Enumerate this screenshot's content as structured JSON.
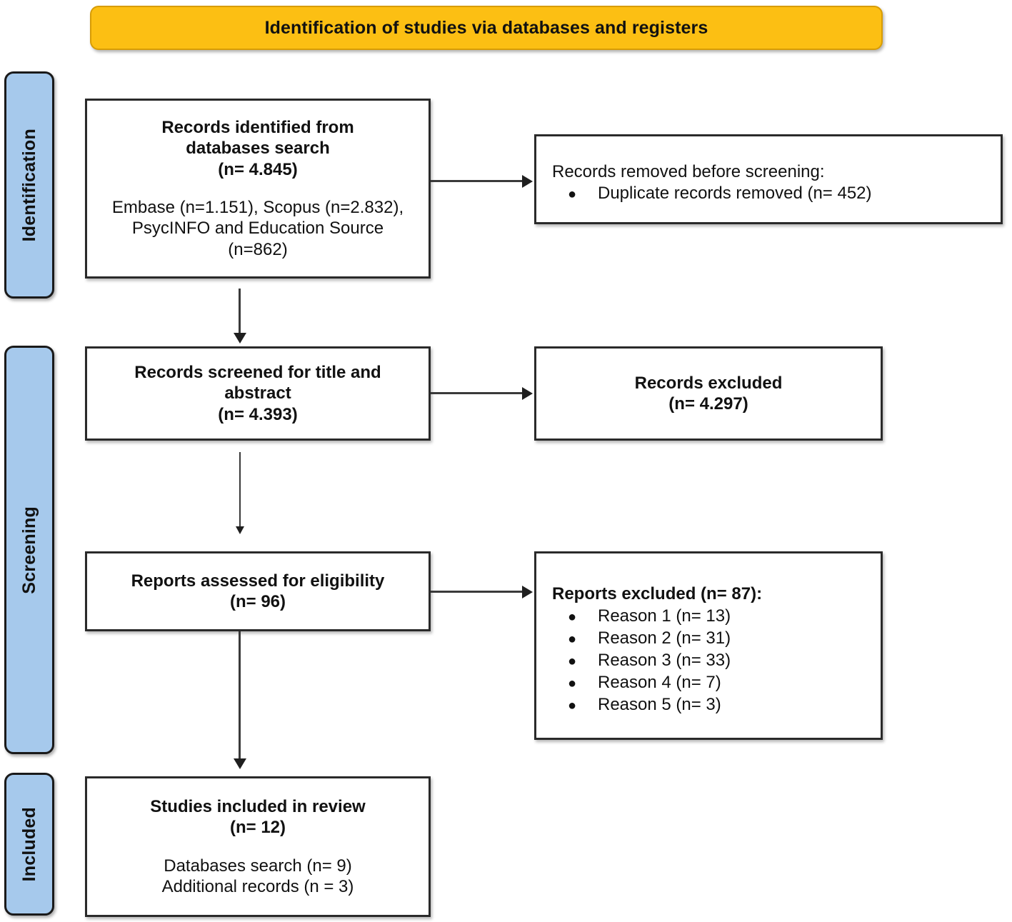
{
  "banner": {
    "title": "Identification of studies via databases and registers"
  },
  "stages": [
    {
      "id": "identification",
      "label": "Identification"
    },
    {
      "id": "screening",
      "label": "Screening"
    },
    {
      "id": "included",
      "label": "Included"
    }
  ],
  "boxes": {
    "identified": {
      "title_line1": "Records identified from",
      "title_line2": "databases search",
      "count": "(n= 4.845)",
      "detail_line1": "Embase (n=1.151), Scopus (n=2.832),",
      "detail_line2": "PsycINFO and Education Source",
      "detail_line3": "(n=862)"
    },
    "removed": {
      "heading_prefix": "Records removed ",
      "heading_italic": "before screening",
      "heading_suffix": ":",
      "items": [
        {
          "bullet": "●",
          "text": "Duplicate records removed (n= 452)"
        }
      ]
    },
    "screened": {
      "title_line1": "Records screened for title and",
      "title_line2": "abstract",
      "count": "(n= 4.393)"
    },
    "records_excluded": {
      "title": "Records excluded",
      "count": "(n= 4.297)"
    },
    "eligibility": {
      "title": "Reports assessed for eligibility",
      "count": "(n= 96)"
    },
    "reports_excluded": {
      "heading": "Reports excluded (n= 87):",
      "items": [
        {
          "bullet": "●",
          "text": "Reason 1 (n= 13)"
        },
        {
          "bullet": "●",
          "text": "Reason 2 (n= 31)"
        },
        {
          "bullet": "●",
          "text": "Reason 3 (n= 33)"
        },
        {
          "bullet": "●",
          "text": "Reason 4 (n= 7)"
        },
        {
          "bullet": "●",
          "text": "Reason 5 (n= 3)"
        }
      ]
    },
    "included": {
      "title": "Studies included in review",
      "count": "(n= 12)",
      "detail_line1": "Databases search (n= 9)",
      "detail_line2": "Additional records (n = 3)"
    }
  },
  "colors": {
    "banner_fill": "#FCBF13",
    "banner_border": "#D79C06",
    "stage_fill": "#A6C9EC",
    "stage_border": "#1A1A1A",
    "box_border": "#2A2A2A",
    "connector": "#3A3A3A",
    "text": "#111111"
  }
}
